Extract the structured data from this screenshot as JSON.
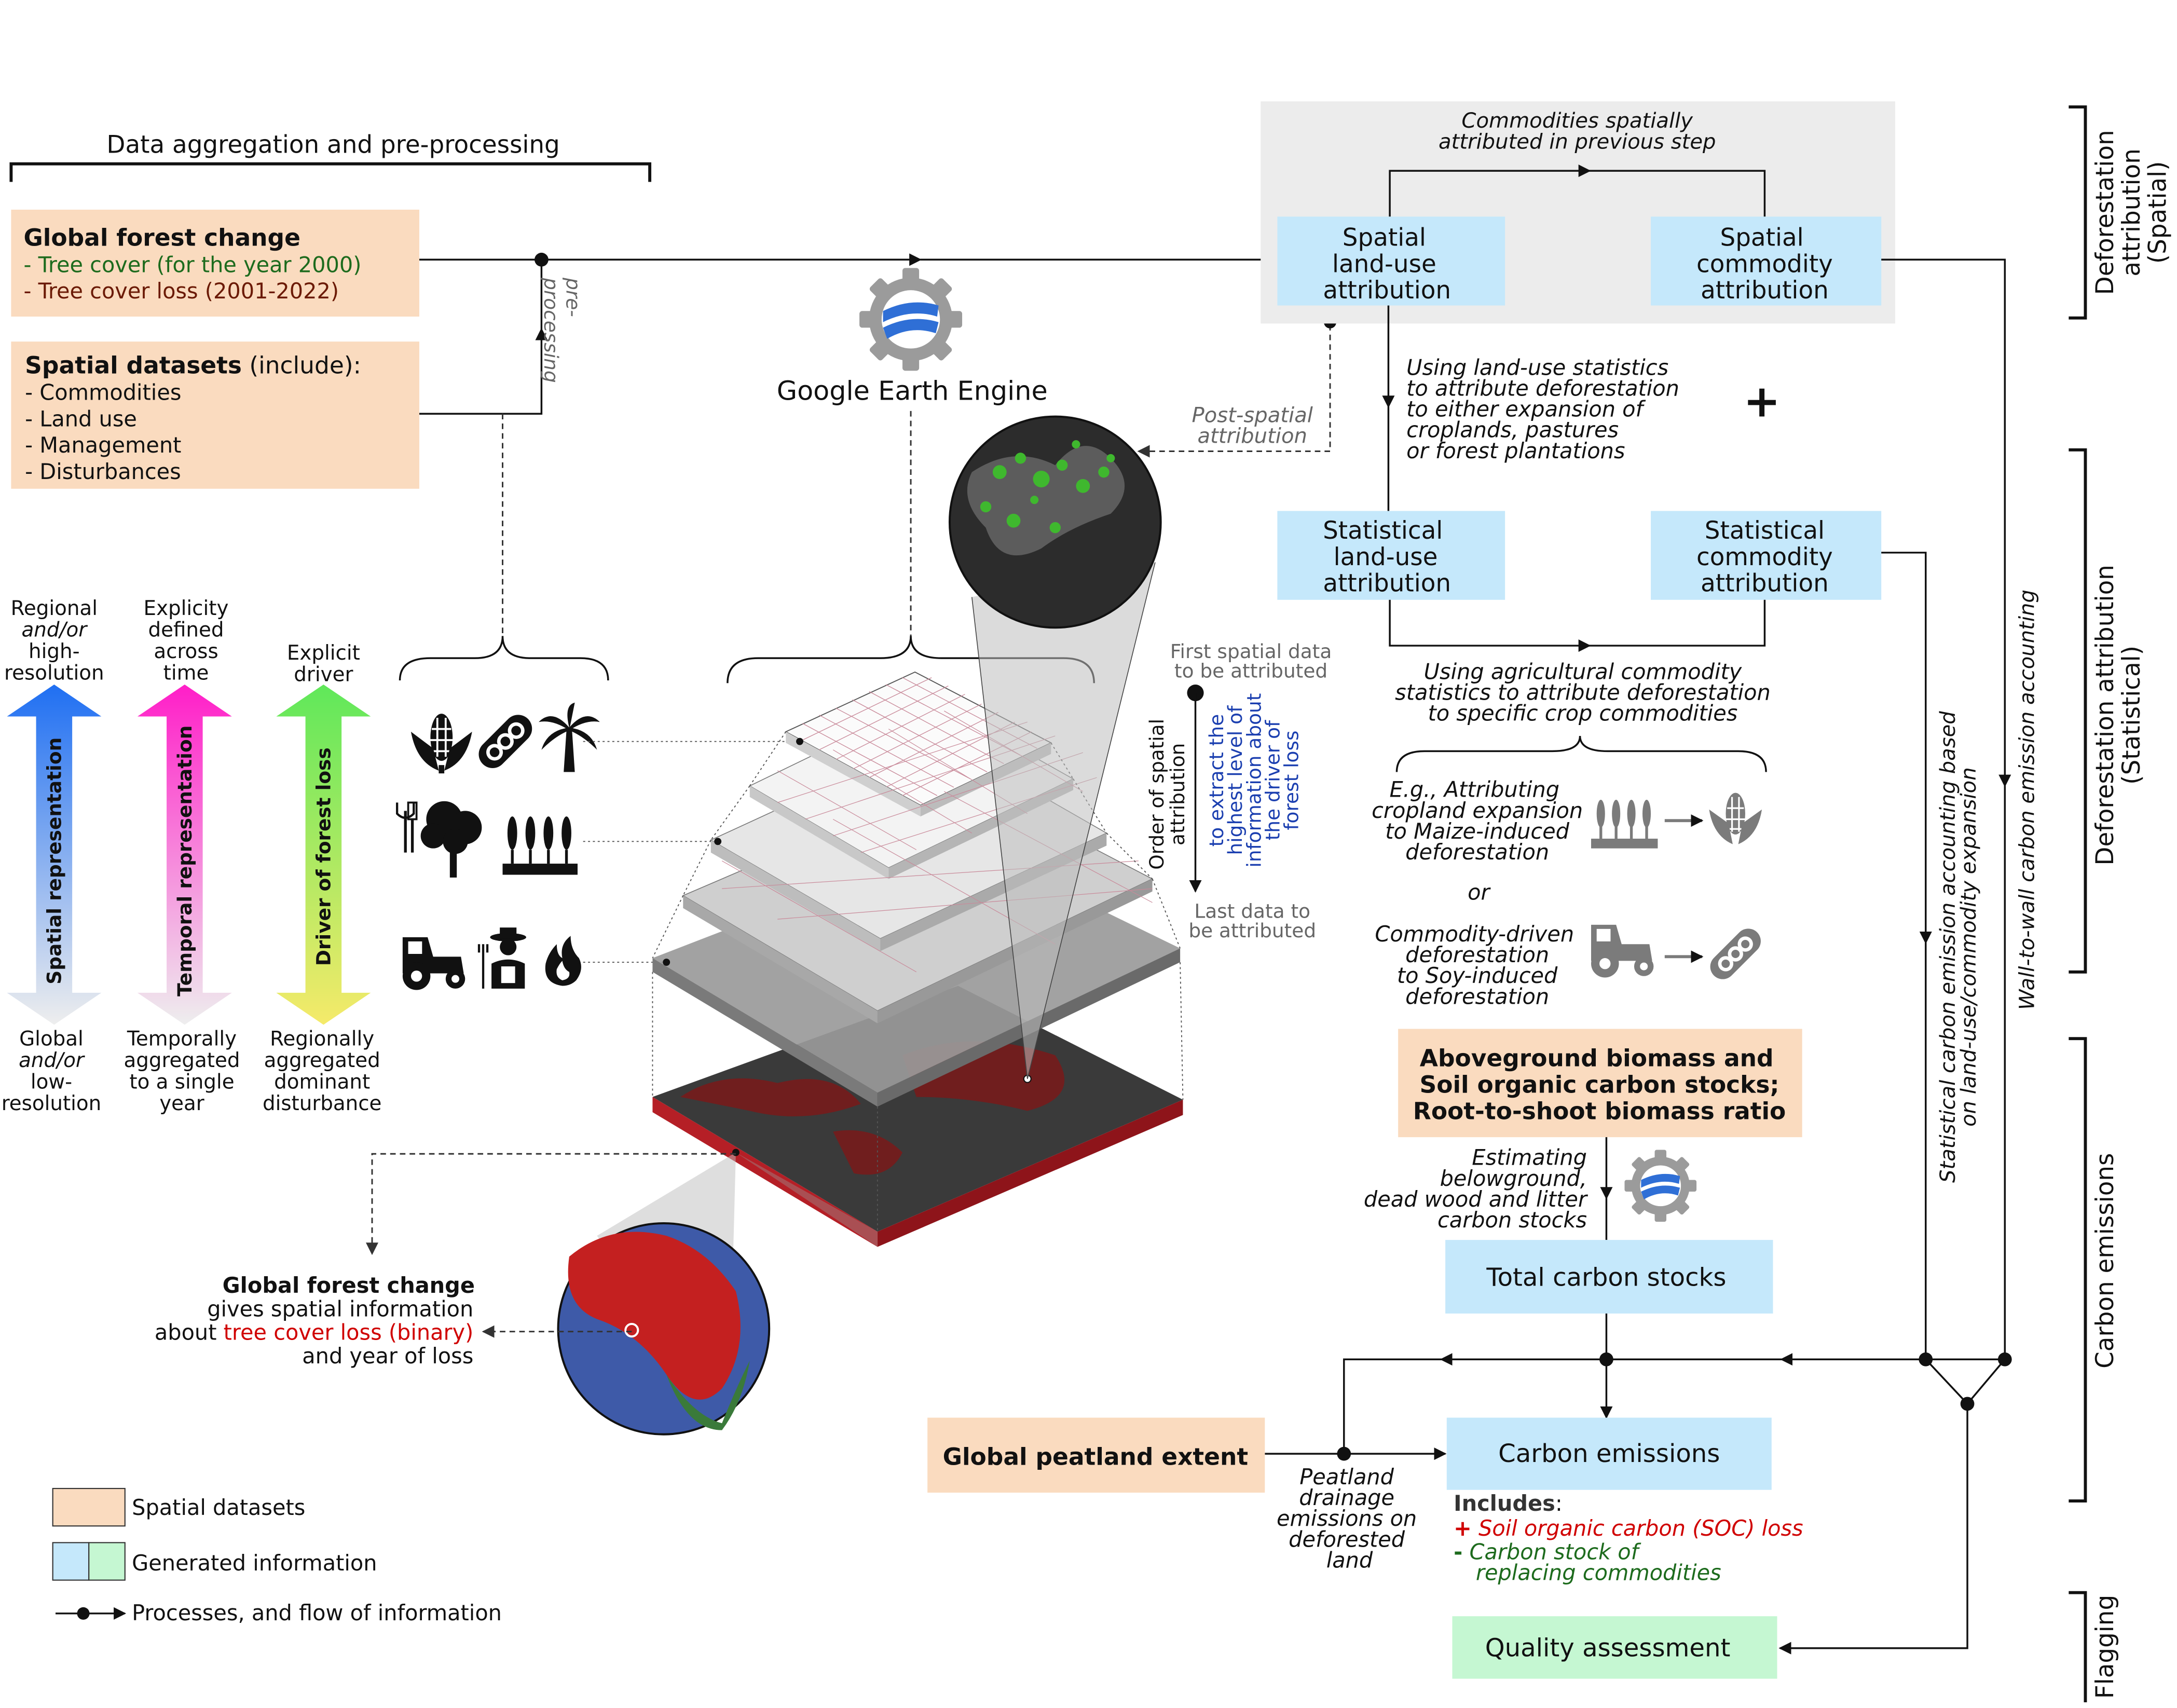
{
  "header": {
    "title": "Data aggregation and pre-processing"
  },
  "datasets": {
    "gfc_title": "Global forest change",
    "gfc_item1": "- Tree cover (for the year 2000)",
    "gfc_item2": "- Tree cover loss (2001-2022)",
    "spatial_title": "Spatial datasets",
    "spatial_suffix": " (include):",
    "spatial_items": [
      "- Commodities",
      "- Land use",
      "- Management",
      "- Disturbances"
    ]
  },
  "preprocessing": [
    "pre-",
    "processing"
  ],
  "gee_label": "Google Earth Engine",
  "axes": {
    "spatial": {
      "top": [
        "Regional",
        "and/or",
        "high-",
        "resolution"
      ],
      "label": "Spatial representation",
      "bottom": [
        "Global",
        "and/or",
        "low-",
        "resolution"
      ],
      "color_top": "#1f6ff2",
      "color_bottom": "#eeeeee"
    },
    "temporal": {
      "top": [
        "Explicity",
        "defined",
        "across",
        "time"
      ],
      "label": "Temporal representation",
      "bottom": [
        "Temporally",
        "aggregated",
        "to a single",
        "year"
      ],
      "color_top": "#ff1ec8",
      "color_bottom": "#eeeeee"
    },
    "driver": {
      "top": [
        "Explicit",
        "driver"
      ],
      "label": "Driver of forest loss",
      "bottom": [
        "Regionally",
        "aggregated",
        "dominant",
        "disturbance"
      ],
      "color_top": "#5fe85a",
      "color_bottom": "#f5ea6a"
    }
  },
  "icons": {
    "row1": [
      "corn-icon",
      "soybean-icon",
      "palm-tree-icon"
    ],
    "row2": [
      "garden-tools-icon",
      "trees-icon",
      "wheat-field-icon"
    ],
    "row3": [
      "tractor-icon",
      "farmer-icon",
      "fire-icon"
    ]
  },
  "order": {
    "first": [
      "First spatial data",
      "to be attributed"
    ],
    "label": [
      "Order of spatial",
      "attribution"
    ],
    "explain": [
      "to extract the",
      "highest level of",
      "information about",
      "the driver of",
      "forest loss"
    ],
    "last": [
      "Last data to",
      "be attributed"
    ]
  },
  "post_spatial": [
    "Post-spatial",
    "attribution"
  ],
  "gfc_note": {
    "title": "Global forest change",
    "line2": "gives spatial information",
    "line3_prefix": "about ",
    "line3_highlight": "tree cover loss (binary)",
    "line4": "and year of loss"
  },
  "legend": {
    "spatial": "Spatial datasets",
    "generated": "Generated information",
    "process": "Processes, and flow of information"
  },
  "spatial_panel": {
    "caption": [
      "Commodities spatially",
      "attributed in previous step"
    ],
    "landuse": [
      "Spatial",
      "land-use",
      "attribution"
    ],
    "commodity": [
      "Spatial",
      "commodity",
      "attribution"
    ]
  },
  "landuse_note": [
    "Using land-use statistics",
    "to attribute deforestation",
    "to either expansion of",
    "croplands, pastures",
    "or forest plantations"
  ],
  "plus": "+",
  "statistical": {
    "landuse": [
      "Statistical",
      "land-use",
      "attribution"
    ],
    "commodity": [
      "Statistical",
      "commodity",
      "attribution"
    ]
  },
  "ag_note": [
    "Using agricultural commodity",
    "statistics to attribute deforestation",
    "to specific crop commodities"
  ],
  "example1": [
    "E.g., Attributing",
    "cropland expansion",
    "to Maize-induced",
    "deforestation"
  ],
  "or_label": "or",
  "example2": [
    "Commodity-driven",
    "deforestation",
    "to Soy-induced",
    "deforestation"
  ],
  "biomass": [
    "Aboveground biomass and",
    "Soil organic carbon stocks;",
    "Root-to-shoot biomass ratio"
  ],
  "estimating": [
    "Estimating",
    "belowground,",
    "dead wood and litter",
    "carbon stocks"
  ],
  "total_carbon": "Total carbon stocks",
  "peatland": "Global peatland extent",
  "peat_note": [
    "Peatland",
    "drainage",
    "emissions on",
    "deforested",
    "land"
  ],
  "carbon_emissions": "Carbon emissions",
  "includes": {
    "label": "Includes",
    "colon": ":",
    "plus_sign": "+",
    "plus_text": " Soil organic carbon (SOC) loss",
    "minus_sign": "-",
    "minus_text1": " Carbon stock of",
    "minus_text2": "replacing commodities"
  },
  "quality": "Quality assessment",
  "vertical": {
    "stat_emission": [
      "Statistical carbon emission accounting based",
      "on land-use/commodity expansion"
    ],
    "wall": "Wall-to-wall carbon emission accounting"
  },
  "side_labels": {
    "spatial": [
      "Deforestation",
      "attribution",
      "(Spatial)"
    ],
    "statistical": [
      "Deforestation attribution",
      "(Statistical)"
    ],
    "carbon": "Carbon emissions",
    "flagging": "Flagging"
  },
  "colors": {
    "tan": "#fadbbf",
    "blue": "#c5e8fb",
    "green": "#c5f7d2",
    "panel": "#ececec",
    "loss_red": "#d00000",
    "tree_green": "#1d6b1d"
  }
}
